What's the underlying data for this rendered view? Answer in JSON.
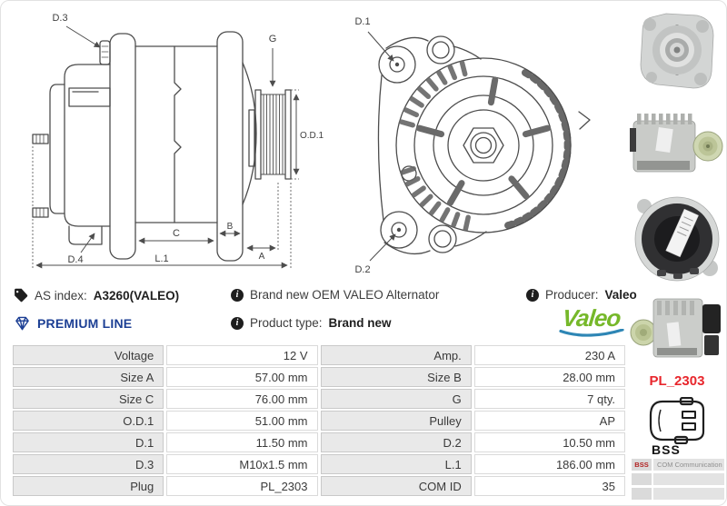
{
  "drawing_side": {
    "labels": {
      "d3": "D.3",
      "g": "G",
      "od1": "O.D.1",
      "d4": "D.4",
      "c": "C",
      "b": "B",
      "a": "A",
      "l1": "L.1"
    }
  },
  "drawing_front": {
    "labels": {
      "d1": "D.1",
      "d2": "D.2"
    }
  },
  "info": {
    "as_index_label": "AS index:",
    "as_index_value": "A3260(VALEO)",
    "premium_line_label": "PREMIUM LINE",
    "brand_new_text": "Brand new OEM VALEO Alternator",
    "product_type_label": "Product type:",
    "product_type_value": "Brand new",
    "producer_label": "Producer:",
    "producer_value": "Valeo",
    "valeo_logo_text": "Valeo"
  },
  "icons": {
    "info_glyph": "i"
  },
  "plug": {
    "code": "PL_2303",
    "name": "BSS",
    "legend": [
      {
        "key": "BSS",
        "value": "COM Communication"
      },
      {
        "key": "",
        "value": ""
      },
      {
        "key": "",
        "value": ""
      }
    ]
  },
  "spec_table": {
    "rows": [
      {
        "l1": "Voltage",
        "v1": "12 V",
        "l2": "Amp.",
        "v2": "230 A"
      },
      {
        "l1": "Size A",
        "v1": "57.00 mm",
        "l2": "Size B",
        "v2": "28.00 mm"
      },
      {
        "l1": "Size C",
        "v1": "76.00 mm",
        "l2": "G",
        "v2": "7 qty."
      },
      {
        "l1": "O.D.1",
        "v1": "51.00 mm",
        "l2": "Pulley",
        "v2": "AP"
      },
      {
        "l1": "D.1",
        "v1": "11.50 mm",
        "l2": "D.2",
        "v2": "10.50 mm"
      },
      {
        "l1": "D.3",
        "v1": "M10x1.5 mm",
        "l2": "L.1",
        "v2": "186.00 mm"
      },
      {
        "l1": "Plug",
        "v1": "PL_2303",
        "l2": "COM ID",
        "v2": "35"
      }
    ]
  },
  "colors": {
    "premium_blue": "#1c3f94",
    "plug_red": "#e8262c",
    "valeo_green": "#76b82a",
    "valeo_swoosh_blue": "#2e86b5",
    "table_label_bg": "#e9e9e9",
    "drawing_stroke": "#4d4d4d"
  }
}
